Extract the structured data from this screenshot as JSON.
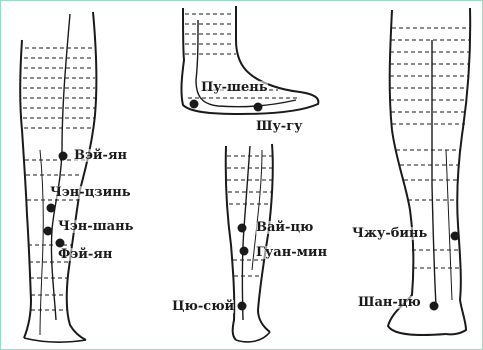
{
  "colors": {
    "ink": "#1a1a1a",
    "paper": "#ffffff",
    "frame": "#9fd8c2"
  },
  "figures": {
    "leg_left": {
      "points": [
        {
          "label": "Вэй-ян"
        },
        {
          "label": "Чэн-цзинь"
        },
        {
          "label": "Чэн-шань"
        },
        {
          "label": "Фэй-ян"
        }
      ]
    },
    "foot_top": {
      "points": [
        {
          "label": "Пу-шень"
        },
        {
          "label": "Шу-гу"
        }
      ]
    },
    "leg_middle": {
      "points": [
        {
          "label": "Вай-цю"
        },
        {
          "label": "Гуан-мин"
        },
        {
          "label": "Цю-сюй"
        }
      ]
    },
    "leg_right": {
      "points": [
        {
          "label": "Чжу-бинь"
        },
        {
          "label": "Шан-цю"
        }
      ]
    }
  }
}
